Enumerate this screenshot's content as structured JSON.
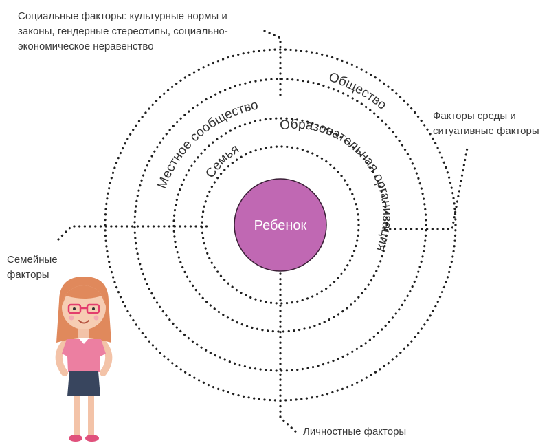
{
  "colors": {
    "center_fill": "#c068b3",
    "center_stroke": "#3a1f36",
    "dots": "#1f1f1f",
    "text": "#3a3a3a"
  },
  "center": {
    "label": "Ребенок"
  },
  "rings": {
    "family": "Семья",
    "education": "Образовательная организация",
    "community": "Местное сообщество",
    "society": "Общество"
  },
  "factors": {
    "social": [
      "Социальные факторы: культурные нормы и",
      "законы, гендерные стереотипы, социально-",
      "экономическое неравенство"
    ],
    "environment": [
      "Факторы среды и",
      "ситуативные факторы"
    ],
    "family": [
      "Семейные",
      "факторы"
    ],
    "personal": "Личностные факторы"
  },
  "illustration": {
    "icon": "girl-character-icon"
  }
}
